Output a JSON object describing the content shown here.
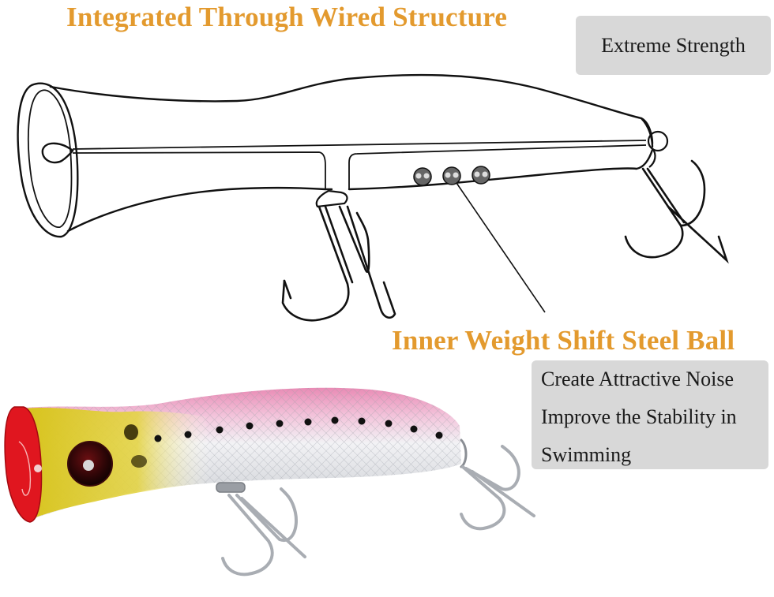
{
  "headings": {
    "top": "Integrated Through Wired Structure",
    "middle": "Inner Weight Shift Steel Ball"
  },
  "callouts": {
    "top": {
      "text": "Extreme Strength"
    },
    "bottom": {
      "lines": [
        "Create Attractive Noise",
        "Improve the Stability in",
        "Swimming"
      ]
    }
  },
  "colors": {
    "heading": "#e39a2e",
    "callout_bg": "#d8d8d8",
    "callout_text": "#1a1a1a",
    "lure_pink": "#e98bb5",
    "lure_yellow": "#d9c51e",
    "lure_red": "#e0161f",
    "lure_silver": "#e9e9ee"
  },
  "illustrations": {
    "diagram": {
      "steel_ball_count": 3,
      "treble_hooks": 2
    },
    "photo": {
      "body_spot_count": 11,
      "treble_hooks": 2
    }
  }
}
